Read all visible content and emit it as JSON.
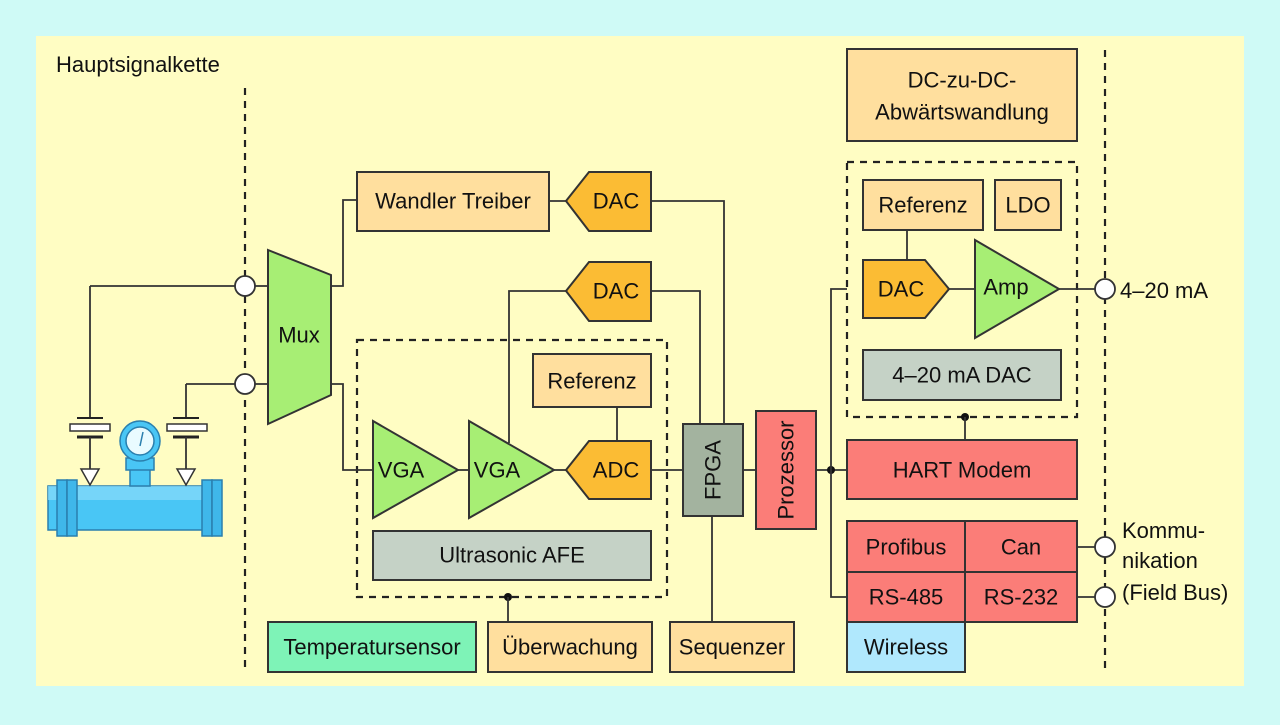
{
  "title": "Hauptsignalkette",
  "blocks": {
    "mux": "Mux",
    "wandler_treiber": "Wandler Treiber",
    "dac_top": "DAC",
    "dac_mid": "DAC",
    "referenz_afe": "Referenz",
    "vga1": "VGA",
    "vga2": "VGA",
    "adc": "ADC",
    "ultrasonic_afe": "Ultrasonic AFE",
    "fpga": "FPGA",
    "prozessor": "Prozessor",
    "dcdc_line1": "DC-zu-DC-",
    "dcdc_line2": "Abwärtswandlung",
    "referenz_out": "Referenz",
    "ldo": "LDO",
    "dac_out": "DAC",
    "amp": "Amp",
    "ma_dac": "4–20 mA DAC",
    "hart_modem": "HART Modem",
    "profibus": "Profibus",
    "can": "Can",
    "rs485": "RS-485",
    "rs232": "RS-232",
    "wireless": "Wireless",
    "temperatursensor": "Temperatursensor",
    "ueberwachung": "Überwachung",
    "sequenzer": "Sequenzer"
  },
  "outputs": {
    "current_loop": "4–20 mA",
    "comm_line1": "Kommu-",
    "comm_line2": "nikation",
    "comm_line3": "(Field Bus)"
  },
  "colors": {
    "background": "#cffaf6",
    "panel": "#fffdc3",
    "peach": "#ffdf9e",
    "orange": "#fbbc34",
    "green": "#a7ee74",
    "grey": "#a3b39f",
    "red": "#fb7d78",
    "mint": "#7ef3b7",
    "blue": "#b0e8fd"
  }
}
